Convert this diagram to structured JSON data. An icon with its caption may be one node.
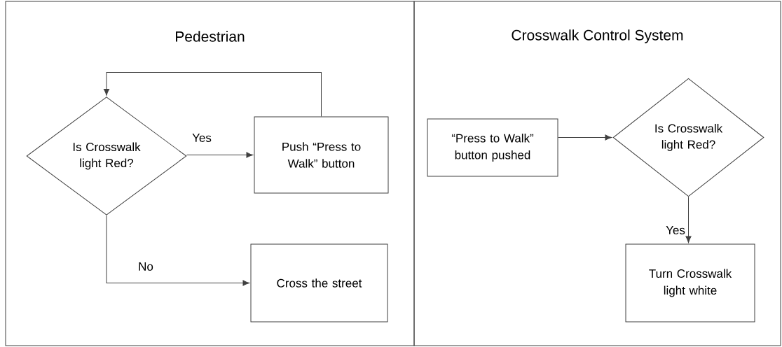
{
  "diagram": {
    "nodes": [
      {
        "text": [
          "Pedestrian"
        ]
      },
      {
        "text": [
          "Is Crosswalk light Red?"
        ],
        "in": 0
      },
      {
        "text": [
          "Push “Press to Walk” button"
        ],
        "in": 0
      },
      {
        "text": [
          "Cross the street"
        ],
        "in": 0
      },
      {
        "text": [
          "Crosswalk Control System"
        ]
      },
      {
        "text": [
          "“Press to Walk” button pushed"
        ],
        "in": 4
      },
      {
        "text": [
          "Is Crosswalk light Red?"
        ],
        "in": 4
      },
      {
        "text": [
          "Turn Crosswalk light white"
        ],
        "in": 4
      }
    ],
    "edges": [
      {
        "from": 1,
        "to": 2,
        "arrow": "to",
        "label": "Yes"
      },
      {
        "from": 2,
        "to": 1,
        "arrow": "to"
      },
      {
        "from": 1,
        "to": 3,
        "arrow": "to",
        "label": "No"
      },
      {
        "from": 5,
        "to": 6,
        "arrow": "to"
      },
      {
        "from": 6,
        "to": 7,
        "arrow": "to",
        "label": "Yes"
      }
    ]
  }
}
